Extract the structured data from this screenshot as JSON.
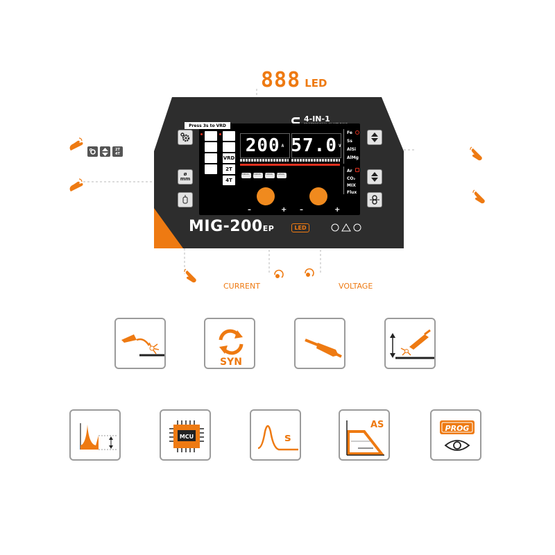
{
  "led_caption": {
    "digits": "888",
    "word": "LED"
  },
  "panel": {
    "brand": "4-IN-1",
    "brand_sub": "PROFESSIONAL IN WELDING",
    "vrd_label": "Press 3s to VRD",
    "current_display": "200",
    "current_unit": "A",
    "voltage_display": "57.0",
    "voltage_unit": "V",
    "modes": [
      "VRD",
      "2T",
      "4T"
    ],
    "left_buttons": [
      "setting-button",
      "diameter-button",
      "inductance-button"
    ],
    "diameter_label": "ø",
    "diameter_unit": "mm",
    "trigger_label_top": "2T",
    "trigger_label_bottom": "4T",
    "materials": [
      "Fe",
      "Ss",
      "AlSi",
      "AlMg"
    ],
    "gases": [
      "Ar",
      "CO₂",
      "MIX",
      "Flux"
    ],
    "wire_sizes": [
      "0.8mm",
      "0.9mm",
      "1.0mm",
      "1.2mm"
    ],
    "knob_minus": "–",
    "knob_plus": "+",
    "model_name": "MIG-200",
    "model_suffix": "EP",
    "led_badge": "LED",
    "accent_color": "#ee7a12"
  },
  "callouts": {
    "current": "CURRENT",
    "voltage": "VOLTAGE"
  },
  "legend_left": [
    "gear-icon",
    "up-down-icon",
    "2t-4t-icon"
  ],
  "legend_2t": "2T",
  "legend_4t": "4T",
  "features_row1": [
    "mig-welding-icon",
    "synergic-icon",
    "stick-electrode-icon",
    "lift-tig-icon"
  ],
  "features_row2": [
    "arc-force-icon",
    "mcu-icon",
    "waveform-icon",
    "anti-stick-icon",
    "program-view-icon"
  ],
  "syn_label": "SYN",
  "mcu_label": "MCU",
  "wave_label": "s",
  "as_label": "AS",
  "prog_label": "PROG"
}
